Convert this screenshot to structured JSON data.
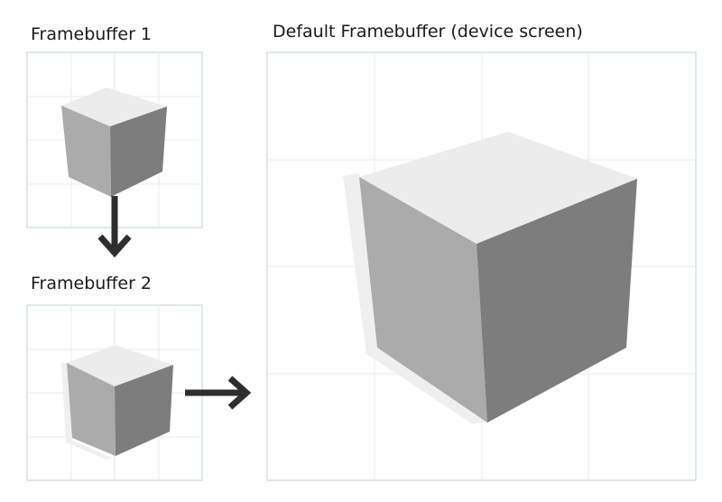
{
  "labels": {
    "framebuffer1": "Framebuffer 1",
    "framebuffer2": "Framebuffer 2",
    "default_framebuffer": "Default Framebuffer (device screen)"
  },
  "colors": {
    "panel_border": "#c8dde1",
    "grid_line": "#e3edf0",
    "cube_top": "#ececec",
    "cube_left": "#ababab",
    "cube_right": "#7d7d7d",
    "shadow": "#efefef",
    "arrow": "#2e2e2e"
  },
  "icons": {
    "down_arrow": "arrow-down-icon",
    "right_arrow": "arrow-right-icon"
  }
}
